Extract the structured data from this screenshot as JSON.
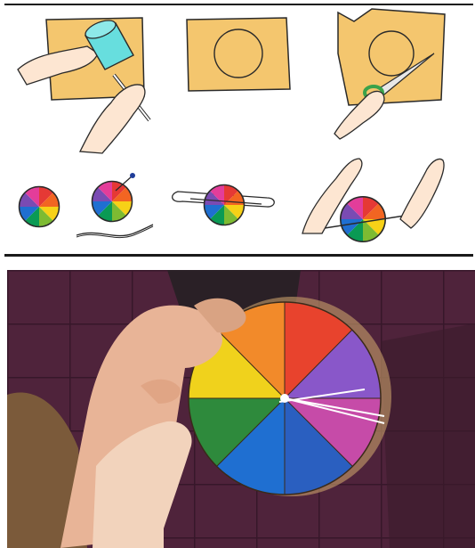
{
  "colors": {
    "paper_card": "#f4c66e",
    "outline": "#2a2a2a",
    "skin": "#fde6d2",
    "can_fill": "#67dede",
    "scissors_handle": "#3aa24a",
    "wheel": [
      "#e53935",
      "#f26522",
      "#f7d117",
      "#7dbb32",
      "#0a9a54",
      "#1f6fd1",
      "#7a4bb3",
      "#e33d9a"
    ],
    "photo_background": "#5b2a45",
    "photo_card": [
      "#e8432d",
      "#8957c9",
      "#c64ba8",
      "#2a5fc0",
      "#2e8a3c",
      "#f0d21c",
      "#f28a2a",
      "#d9553a"
    ]
  },
  "illustrations": {
    "top_row": [
      "trace-circle-with-cup",
      "cardboard-with-circle",
      "cut-circle-with-scissors"
    ],
    "bottom_row": [
      "color-wheel",
      "pierce-holes-wheel",
      "thread-string-wheel",
      "spin-wheel-with-hands"
    ]
  },
  "photo": {
    "subject": "hands-holding-color-wheel"
  }
}
